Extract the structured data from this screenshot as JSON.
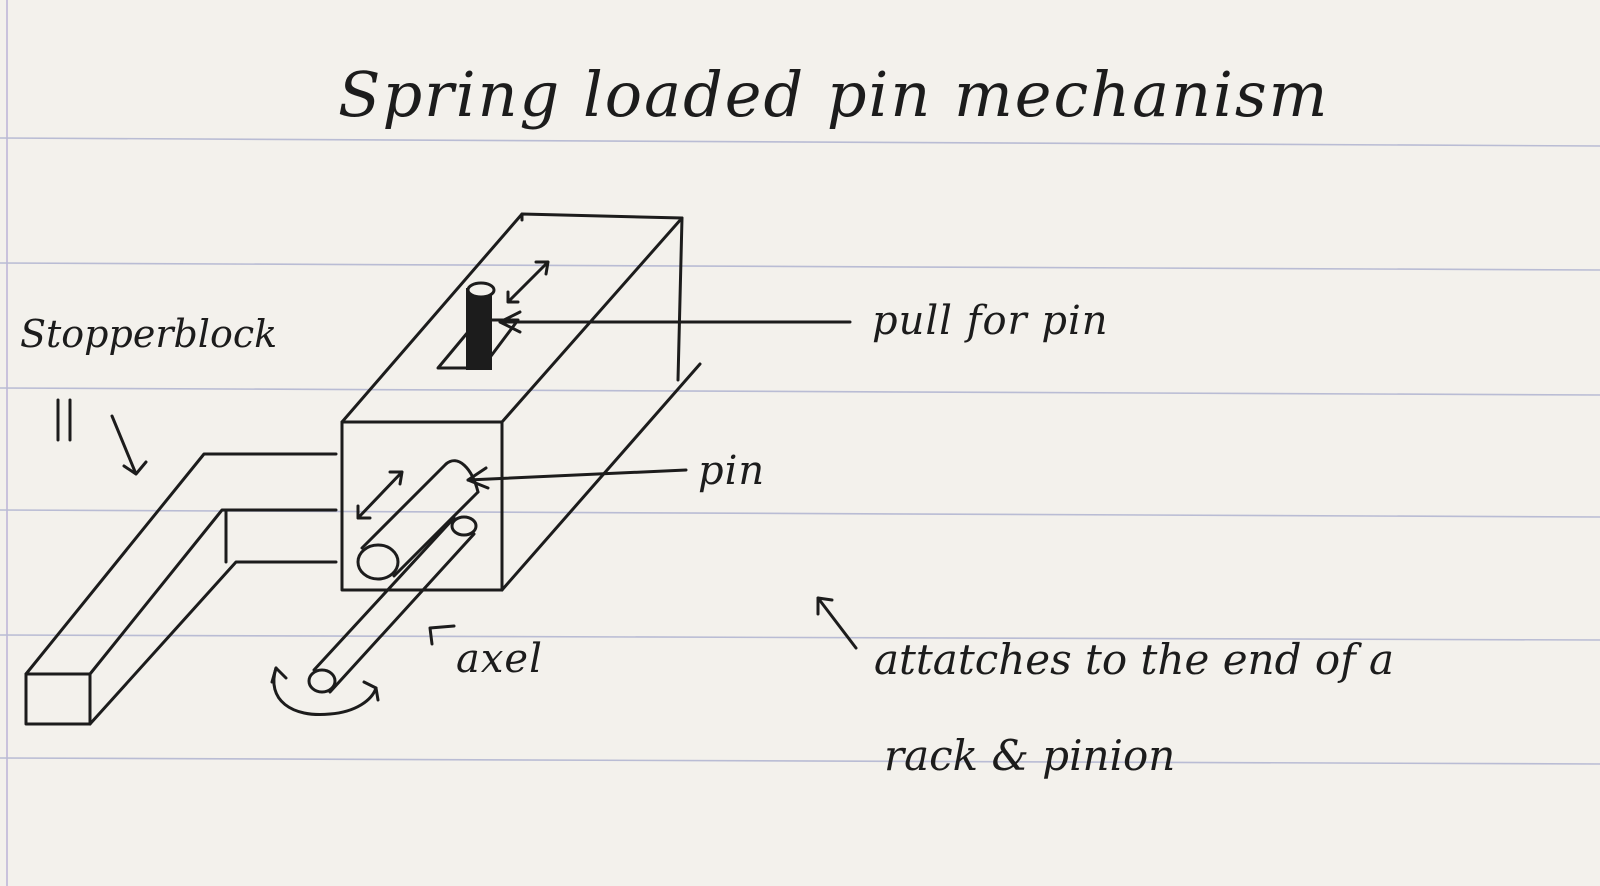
{
  "title": "Spring loaded pin mechanism",
  "labels": {
    "stopper_block": "Stopperblock",
    "pull_pin": "pull for pin",
    "pin": "pin",
    "axel": "axel"
  },
  "note": {
    "line1": "attatches to the end of a",
    "line2": "rack & pinion"
  },
  "colors": {
    "paper": "#f3f1ec",
    "ruled_lines": "#b9bcd4",
    "ink": "#1c1c1c"
  }
}
